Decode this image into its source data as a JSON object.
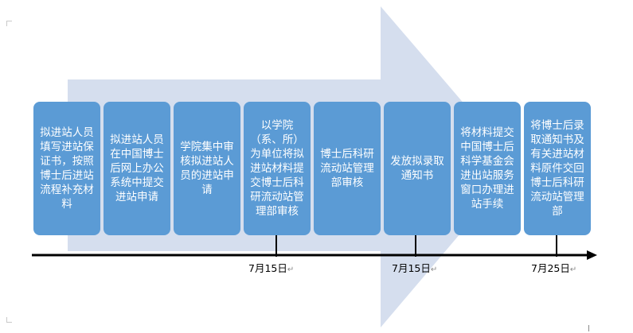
{
  "colors": {
    "arrow_fill": "#d5deee",
    "box_fill": "#5b9bd5",
    "box_text": "#ffffff",
    "timeline": "#000000"
  },
  "steps": [
    {
      "label": "拟进站人员填写进站保证书，按照博士后进站流程补充材料"
    },
    {
      "label": "拟进站人员在中国博士后网上办公系统中提交进站申请"
    },
    {
      "label": "学院集中审核拟进站人员的进站申请"
    },
    {
      "label": "以学院（系、所）为单位将拟进站材料提交博士后科研流动站管理部审核"
    },
    {
      "label": "博士后科研流动站管理部审核"
    },
    {
      "label": "发放拟录取通知书"
    },
    {
      "label": "将材料提交中国博士后科学基金会进出站服务窗口办理进站手续"
    },
    {
      "label": "将博士后录取通知书及有关进站材料原件交回博士后科研流动站管理部"
    }
  ],
  "dates": [
    {
      "label": "7月15日",
      "mark": "↵"
    },
    {
      "label": "7月15日",
      "mark": "↵"
    },
    {
      "label": "7月25日",
      "mark": "↵"
    }
  ]
}
